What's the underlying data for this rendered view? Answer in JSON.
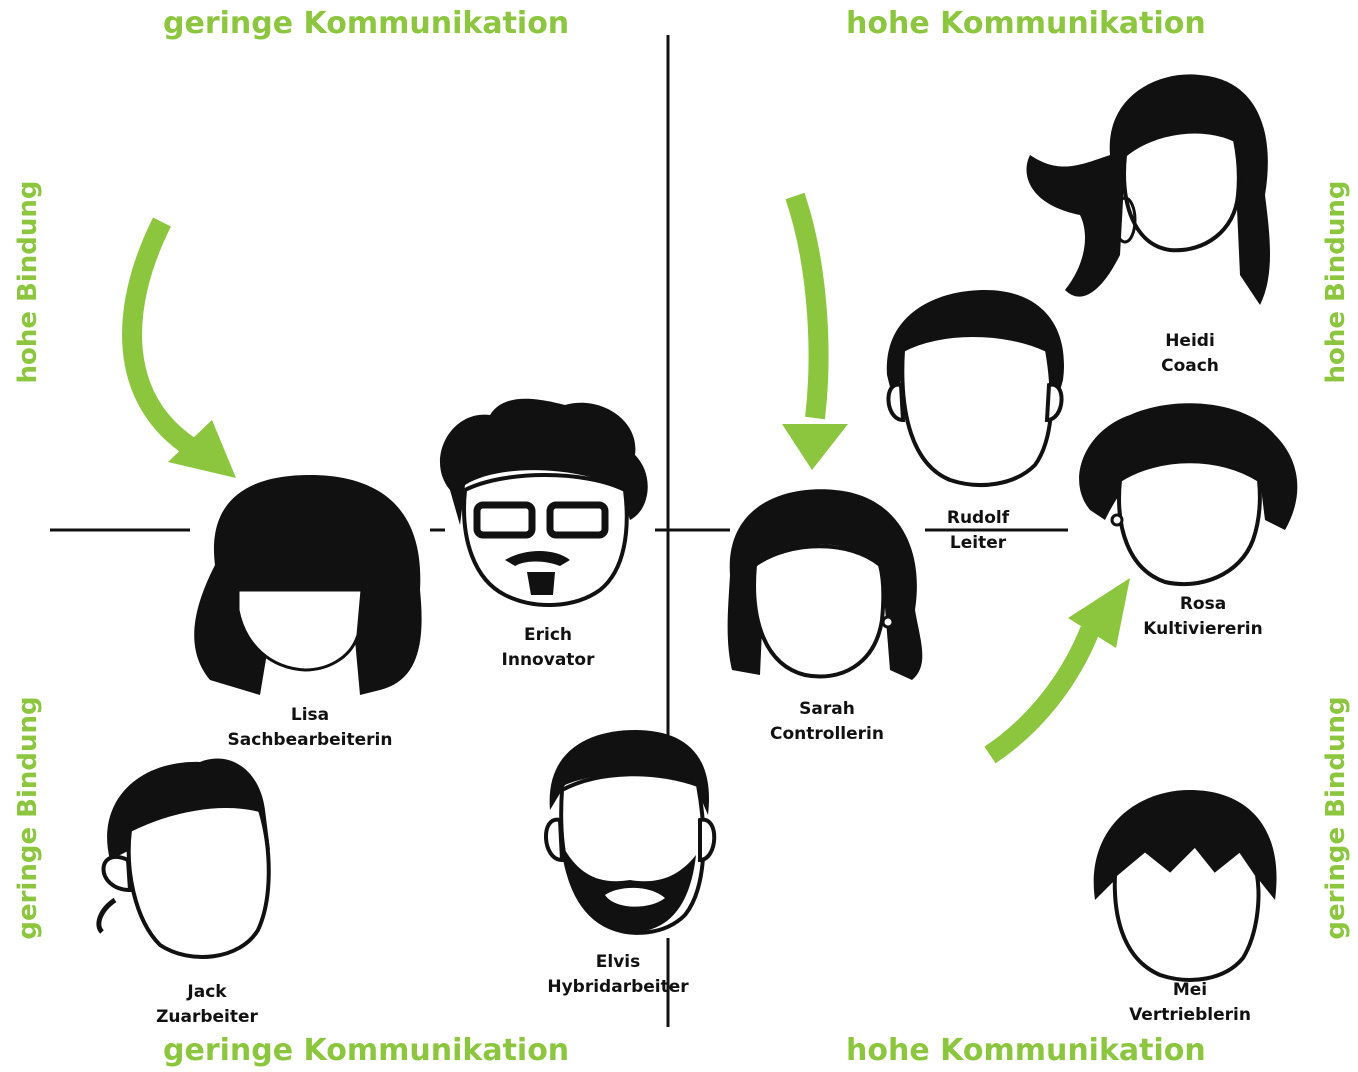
{
  "axes": {
    "top_left": "geringe Kommunikation",
    "top_right": "hohe Kommunikation",
    "bottom_left": "geringe Kommunikation",
    "bottom_right": "hohe Kommunikation",
    "left_upper": "hohe Bindung",
    "left_lower": "geringe Bindung",
    "right_upper": "hohe Bindung",
    "right_lower": "geringe Bindung"
  },
  "people": {
    "lisa": {
      "name": "Lisa",
      "role": "Sachbearbeiterin"
    },
    "erich": {
      "name": "Erich",
      "role": "Innovator"
    },
    "jack": {
      "name": "Jack",
      "role": "Zuarbeiter"
    },
    "elvis": {
      "name": "Elvis",
      "role": "Hybridarbeiter"
    },
    "sarah": {
      "name": "Sarah",
      "role": "Controllerin"
    },
    "rudolf": {
      "name": "Rudolf",
      "role": "Leiter"
    },
    "heidi": {
      "name": "Heidi",
      "role": "Coach"
    },
    "rosa": {
      "name": "Rosa",
      "role": "Kultiviererin"
    },
    "mei": {
      "name": "Mei",
      "role": "Vertrieblerin"
    }
  },
  "colors": {
    "accent_green": "#8cc63f",
    "ink": "#111111",
    "background": "#ffffff"
  },
  "icons": [
    "arrow-icon",
    "head-silhouette-icon"
  ]
}
